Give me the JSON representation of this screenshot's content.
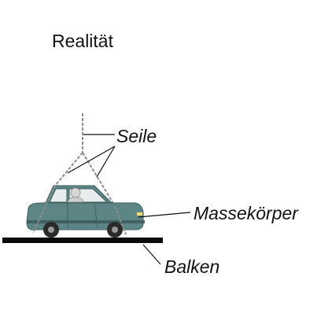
{
  "title": "Realität",
  "labels": {
    "ropes": "Seile",
    "mass": "Massekörper",
    "beam": "Balken"
  },
  "colors": {
    "car_body": "#5d8585",
    "car_dark": "#3f5f60",
    "chain": "#8c8c8c",
    "beam": "#0a0a0a",
    "text": "#111111"
  },
  "icons": [
    "car-icon",
    "driver-icon",
    "chain-icon"
  ]
}
